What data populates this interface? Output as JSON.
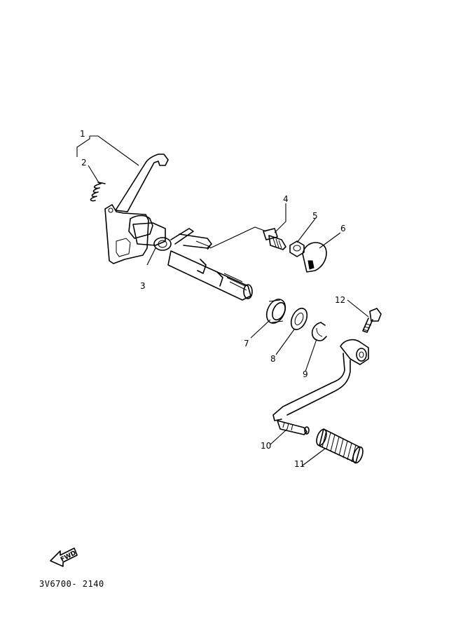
{
  "callouts": [
    {
      "id": "1",
      "label": "1"
    },
    {
      "id": "2",
      "label": "2"
    },
    {
      "id": "3",
      "label": "3"
    },
    {
      "id": "4",
      "label": "4"
    },
    {
      "id": "5",
      "label": "5"
    },
    {
      "id": "6",
      "label": "6"
    },
    {
      "id": "7",
      "label": "7"
    },
    {
      "id": "8",
      "label": "8"
    },
    {
      "id": "9",
      "label": "9"
    },
    {
      "id": "10",
      "label": "10"
    },
    {
      "id": "11",
      "label": "11"
    },
    {
      "id": "12",
      "label": "12"
    }
  ],
  "direction_badge": {
    "label": "FWD",
    "icon": "arrow-left-icon"
  },
  "document_code": "3V6700- 2140"
}
